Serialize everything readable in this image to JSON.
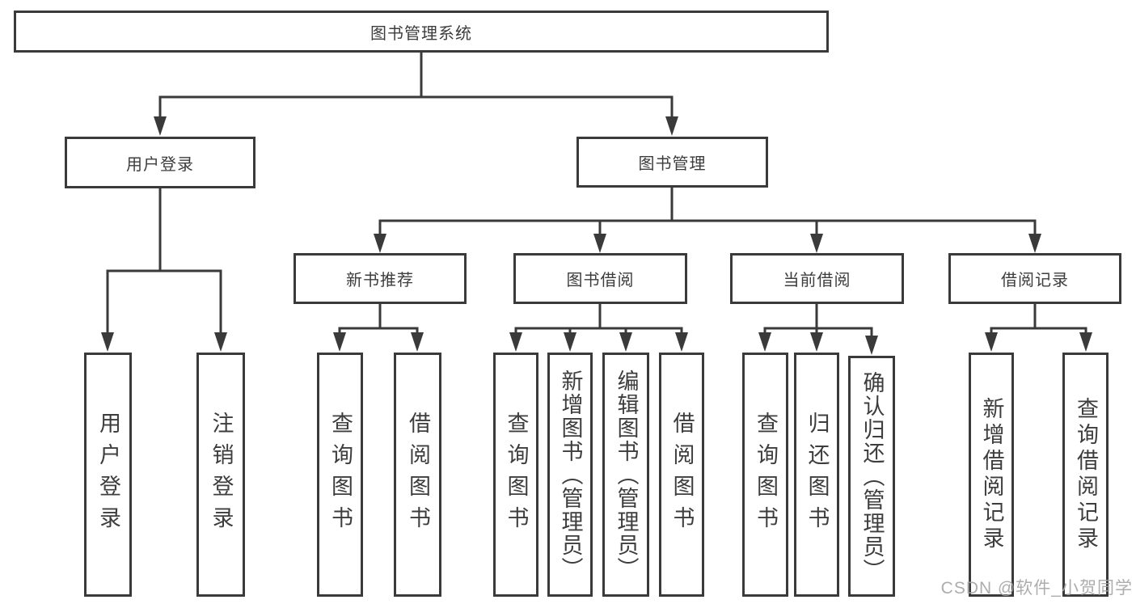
{
  "tree": {
    "label": "图书管理系统",
    "children": [
      {
        "label": "用户登录",
        "children": [
          {
            "label": "用户登录"
          },
          {
            "label": "注销登录"
          }
        ]
      },
      {
        "label": "图书管理",
        "children": [
          {
            "label": "新书推荐",
            "children": [
              {
                "label": "查询图书"
              },
              {
                "label": "借阅图书"
              }
            ]
          },
          {
            "label": "图书借阅",
            "children": [
              {
                "label": "查询图书"
              },
              {
                "label": "新增图书（管理员）"
              },
              {
                "label": "编辑图书（管理员）"
              },
              {
                "label": "借阅图书"
              }
            ]
          },
          {
            "label": "当前借阅",
            "children": [
              {
                "label": "查询图书"
              },
              {
                "label": "归还图书"
              },
              {
                "label": "确认归还（管理员）"
              }
            ]
          },
          {
            "label": "借阅记录",
            "children": [
              {
                "label": "新增借阅记录"
              },
              {
                "label": "查询借阅记录"
              }
            ]
          }
        ]
      }
    ]
  },
  "watermark": {
    "text": "CSDN @软件_小贺同学"
  },
  "colors": {
    "line": "#3a3a3a",
    "box_border": "#3a3a3a",
    "text": "#3d3d3d",
    "watermark": "#a4a4a4",
    "background": "#ffffff"
  }
}
